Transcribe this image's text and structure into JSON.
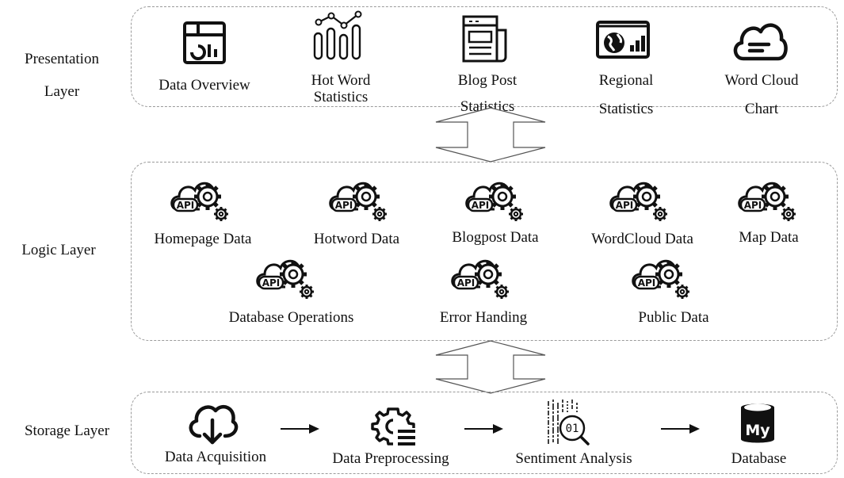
{
  "layers": {
    "presentation": {
      "label_line1": "Presentation",
      "label_line2": "Layer",
      "items": [
        {
          "label": "Data Overview",
          "icon": "dashboard-icon"
        },
        {
          "label_line1": "Hot Word",
          "label_line2": "Statistics",
          "icon": "bar-trend-icon"
        },
        {
          "label_line1": "Blog Post",
          "label_line2": "Statistics",
          "icon": "newspaper-icon"
        },
        {
          "label_line1": "Regional",
          "label_line2": "Statistics",
          "icon": "globe-chart-icon"
        },
        {
          "label_line1": "Word Cloud",
          "label_line2": "Chart",
          "icon": "cloud-icon"
        }
      ]
    },
    "logic": {
      "label": "Logic Layer",
      "api_text": "API",
      "items": [
        {
          "label": "Homepage Data",
          "icon": "api-cloud-gear-icon"
        },
        {
          "label": "Hotword Data",
          "icon": "api-cloud-gear-icon"
        },
        {
          "label": "Blogpost Data",
          "icon": "api-cloud-gear-icon"
        },
        {
          "label": "WordCloud Data",
          "icon": "api-cloud-gear-icon"
        },
        {
          "label": "Map Data",
          "icon": "api-cloud-gear-icon"
        },
        {
          "label": "Database Operations",
          "icon": "api-cloud-gear-icon"
        },
        {
          "label": "Error Handing",
          "icon": "api-cloud-gear-icon"
        },
        {
          "label": "Public Data",
          "icon": "api-cloud-gear-icon"
        }
      ]
    },
    "storage": {
      "label": "Storage Layer",
      "items": [
        {
          "label": "Data Acquisition",
          "icon": "cloud-download-icon"
        },
        {
          "label": "Data Preprocessing",
          "icon": "gear-list-icon"
        },
        {
          "label": "Sentiment Analysis",
          "icon": "binary-search-icon"
        },
        {
          "label": "Database",
          "icon": "mysql-database-icon",
          "badge": "My"
        }
      ]
    }
  },
  "colors": {
    "border": "#9a9a9a",
    "stroke": "#111111",
    "arrow": "#555555"
  }
}
